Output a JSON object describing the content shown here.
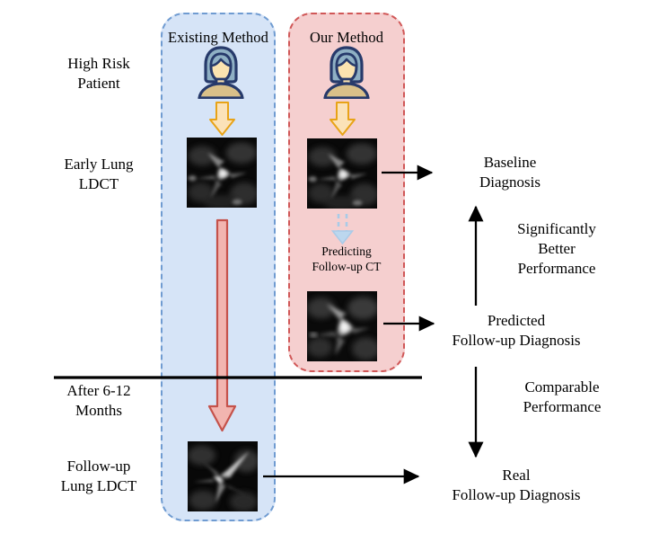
{
  "figure": {
    "title": "Existing vs Our Method lung LDCT follow-up prediction workflow"
  },
  "methods": {
    "existing": {
      "title": "Existing Method",
      "fill": "#d6e4f7",
      "border": "#6f9bd1"
    },
    "our": {
      "title": "Our Method",
      "fill": "#f5cfcf",
      "border": "#d05757"
    }
  },
  "row_labels": {
    "high_risk_patient": "High Risk\nPatient",
    "early_lung_ldct": "Early Lung\nLDCT",
    "after_months": "After 6-12\nMonths",
    "followup_lung_ldct": "Follow-up\nLung LDCT"
  },
  "captions": {
    "predicting_followup_ct": "Predicting\nFollow-up CT"
  },
  "outcomes": {
    "baseline_diagnosis": "Baseline\nDiagnosis",
    "predicted_followup_diagnosis": "Predicted\nFollow-up Diagnosis",
    "real_followup_diagnosis": "Real\nFollow-up Diagnosis"
  },
  "comparisons": {
    "significantly_better": "Significantly\nBetter\nPerformance",
    "comparable": "Comparable\nPerformance"
  },
  "icons": {
    "patient_existing": "person-icon",
    "patient_our": "person-icon",
    "acquire_arrow_existing": "down-arrow-yellow-icon",
    "acquire_arrow_our": "down-arrow-yellow-icon",
    "wait_arrow": "long-down-arrow-red-icon",
    "predict_arrow": "dashed-down-arrow-blue-icon"
  },
  "colors": {
    "existing_fill": "#d6e4f7",
    "existing_border": "#6f9bd1",
    "our_fill": "#f5cfcf",
    "our_border": "#d05757",
    "yellow_arrow_fill": "#fbe2b8",
    "yellow_arrow_stroke": "#e8a317",
    "red_arrow_fill": "#f2b5b0",
    "red_arrow_stroke": "#c5524b",
    "blue_dashed_arrow": "#a9cbe8",
    "person_outline": "#273a6b",
    "person_hair": "#8fb0c4",
    "person_face": "#fbe3b0",
    "person_body": "#d9c089",
    "divider_line": "#000000"
  },
  "ct_scans": {
    "existing_early": "early-lung-ldct-scan",
    "our_early": "early-lung-ldct-scan",
    "our_predicted": "predicted-followup-ct-scan",
    "existing_followup": "real-followup-ldct-scan"
  }
}
